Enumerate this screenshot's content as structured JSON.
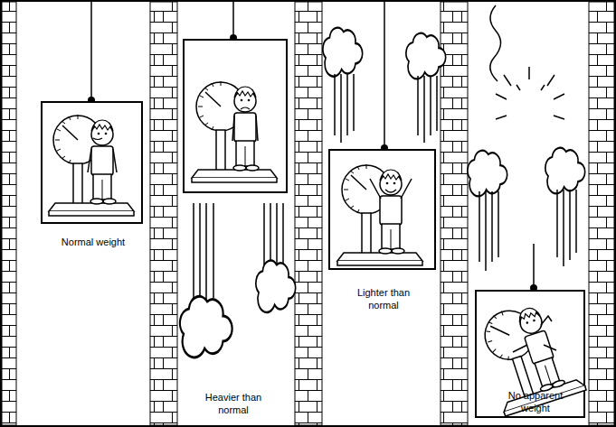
{
  "diagram": {
    "labels": [
      "Normal weight",
      "Heavier than normal",
      "Lighter than normal",
      "No apparent weight"
    ]
  }
}
